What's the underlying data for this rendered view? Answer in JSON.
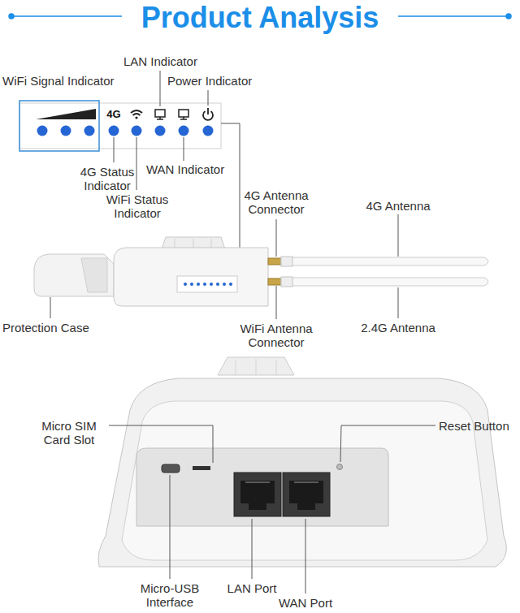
{
  "diagram": {
    "title": "Product Analysis",
    "labels": [
      "LAN Indicator",
      "WiFi Signal Indicator",
      "Power Indicator",
      "4G",
      "4G Status Indicator",
      "WAN Indicator",
      "WiFi Status Indicator",
      "4G Antenna Connector",
      "4G Antenna",
      "Protection Case",
      "WiFi Antenna Connector",
      "2.4G Antenna",
      "Micro SIM Card Slot",
      "Reset Button",
      "Micro-USB Interface",
      "LAN Port",
      "WAN Port"
    ]
  }
}
